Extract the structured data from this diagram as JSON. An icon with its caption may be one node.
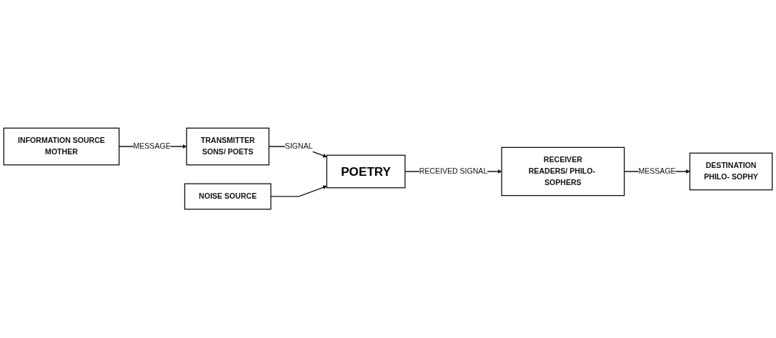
{
  "diagram": {
    "nodes": [
      {
        "text": [
          "INFORMATION SOURCE",
          "MOTHER"
        ]
      },
      {
        "text": [
          "TRANSMITTER",
          "SONS/ POETS"
        ]
      },
      {
        "text": [
          "POETRY"
        ]
      },
      {
        "text": [
          "RECEIVER",
          "READERS/ PHILO- SOPHERS"
        ]
      },
      {
        "text": [
          "DESTINATION",
          "PHILO- SOPHY"
        ]
      },
      {
        "text": [
          "NOISE SOURCE"
        ]
      }
    ],
    "edges": [
      {
        "from": 0,
        "to": 1,
        "arrow": "to",
        "label": "MESSAGE"
      },
      {
        "from": 1,
        "to": 2,
        "arrow": "to",
        "label": "SIGNAL"
      },
      {
        "from": 2,
        "to": 3,
        "arrow": "to",
        "label": "RECEIVED SIGNAL"
      },
      {
        "from": 3,
        "to": 4,
        "arrow": "to",
        "label": "MESSAGE"
      },
      {
        "from": 5,
        "to": 2,
        "arrow": "to"
      }
    ]
  }
}
